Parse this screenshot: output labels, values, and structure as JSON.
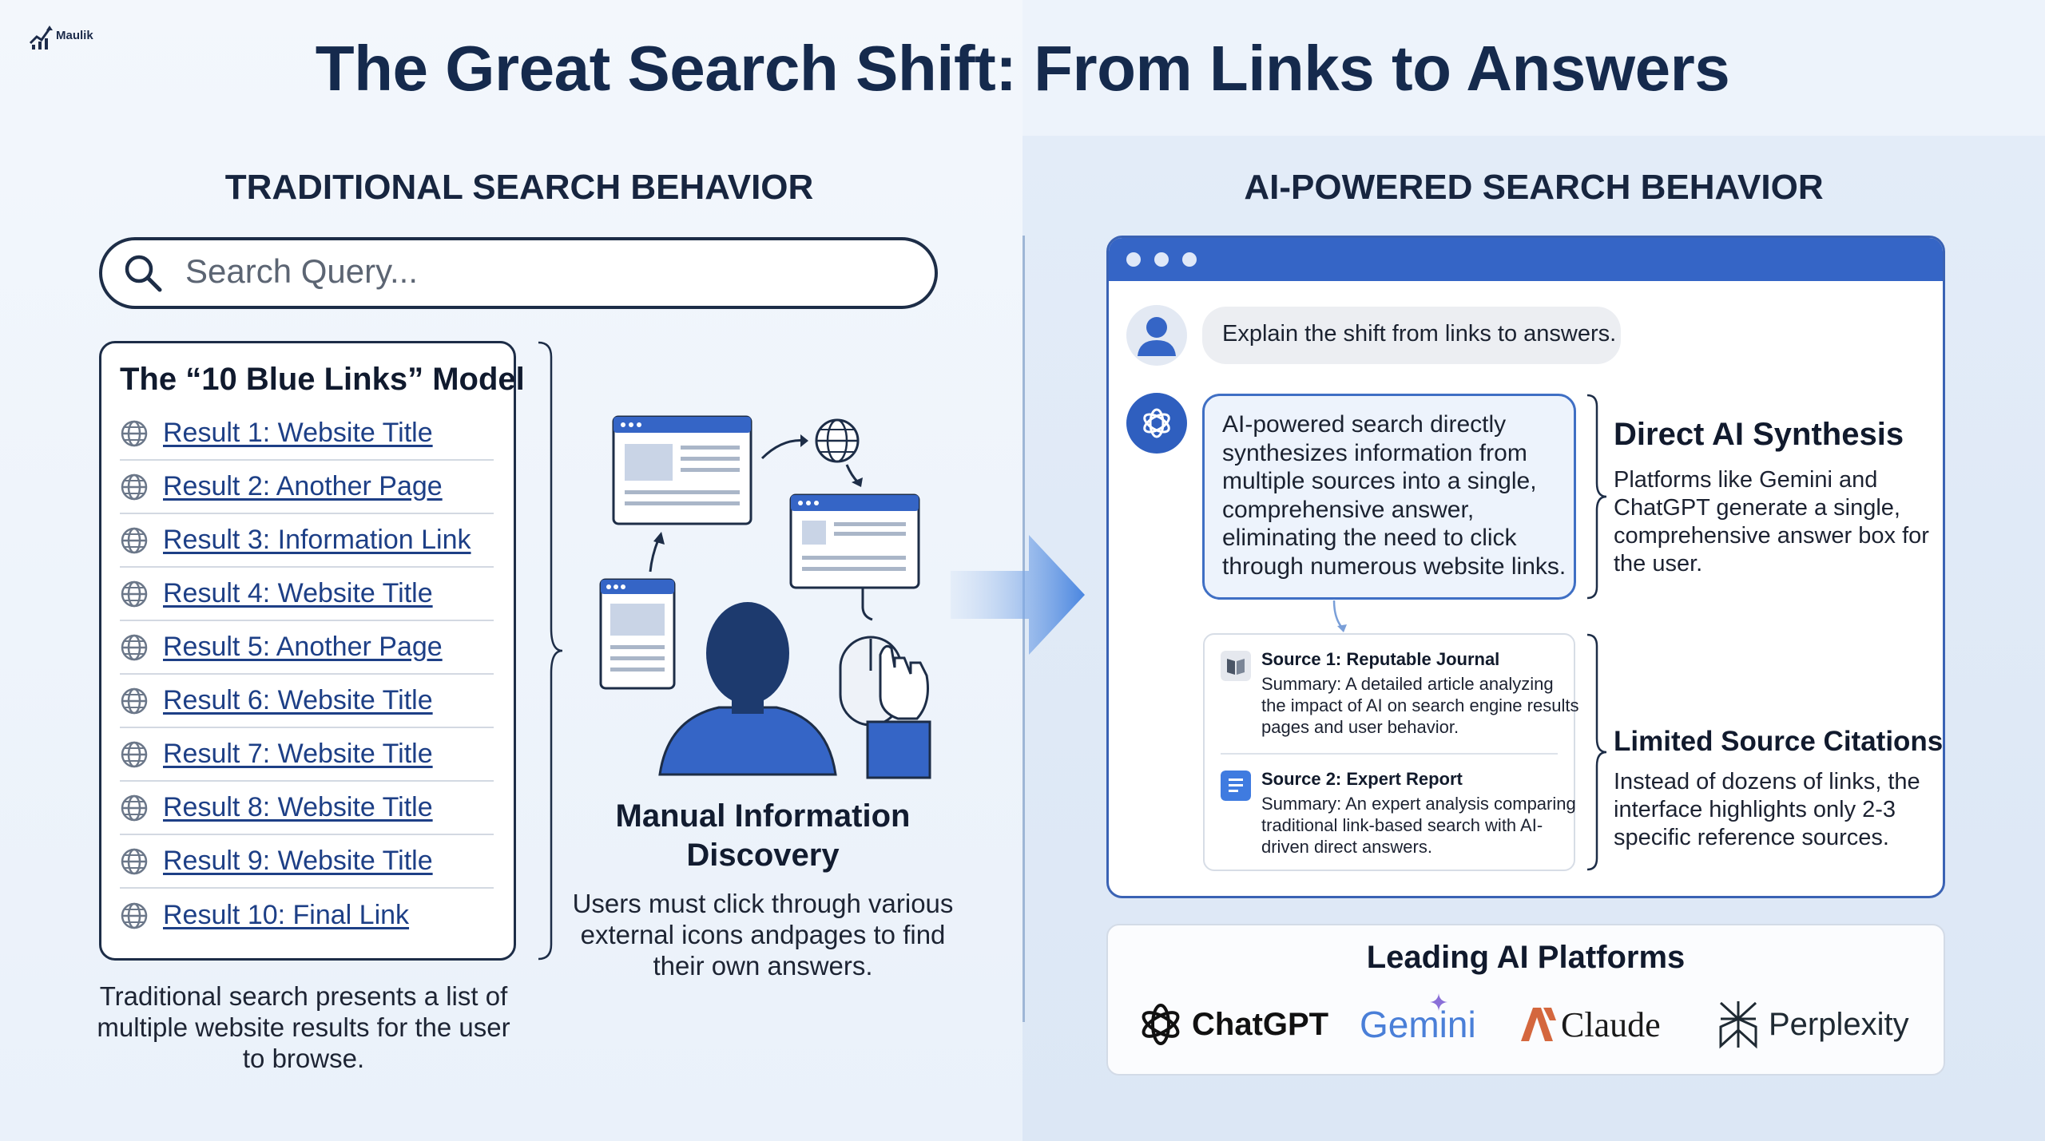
{
  "header": {
    "logo_text": "Maulik",
    "title": "The Great Search Shift: From Links to Answers"
  },
  "traditional": {
    "heading": "TRADITIONAL SEARCH BEHAVIOR",
    "search_placeholder": "Search Query...",
    "results_title": "The “10 Blue Links” Model",
    "results": [
      "Result 1: Website Title",
      "Result 2: Another Page",
      "Result 3: Information Link",
      "Result 4: Website Title",
      "Result 5: Another Page",
      "Result 6: Website Title",
      "Result 7: Website Title",
      "Result 8: Website Title",
      "Result 9: Website Title",
      "Result 10: Final Link"
    ],
    "caption": "Traditional search presents a list of multiple website results for the user to browse.",
    "manual_title": "Manual Information Discovery",
    "manual_desc": "Users must click through various external icons andpages to find their own answers."
  },
  "ai": {
    "heading": "AI-POWERED SEARCH BEHAVIOR",
    "user_message": "Explain the shift from links to answers.",
    "ai_message": "AI-powered search directly synthesizes information from multiple sources into a single, comprehensive answer, eliminating the need to click through numerous website links.",
    "sources": [
      {
        "title": "Source 1: Reputable Journal",
        "summary": "Summary: A detailed article analyzing the impact of AI on search engine results pages and user behavior."
      },
      {
        "title": "Source 2: Expert Report",
        "summary": "Summary: An expert analysis comparing traditional link-based search with AI-driven direct answers."
      }
    ],
    "synthesis_title": "Direct AI Synthesis",
    "synthesis_desc": "Platforms like Gemini and ChatGPT generate a single, comprehensive answer box for the user.",
    "citations_title": "Limited Source Citations",
    "citations_desc": "Instead of dozens of links, the interface highlights only 2-3 specific reference sources.",
    "platforms_title": "Leading AI Platforms",
    "platforms": [
      "ChatGPT",
      "Gemini",
      "Claude",
      "Perplexity"
    ]
  },
  "colors": {
    "title_navy": "#152a4d",
    "link_blue": "#1d3f86",
    "accent_blue": "#3565c6",
    "gemini_blue": "#4a7fd8",
    "claude_orange": "#d4673e"
  },
  "icons": {
    "search": "search-icon",
    "globe": "globe-icon",
    "user": "user-avatar-icon",
    "ai": "openai-logo-icon",
    "journal": "journal-icon",
    "report": "report-icon"
  }
}
